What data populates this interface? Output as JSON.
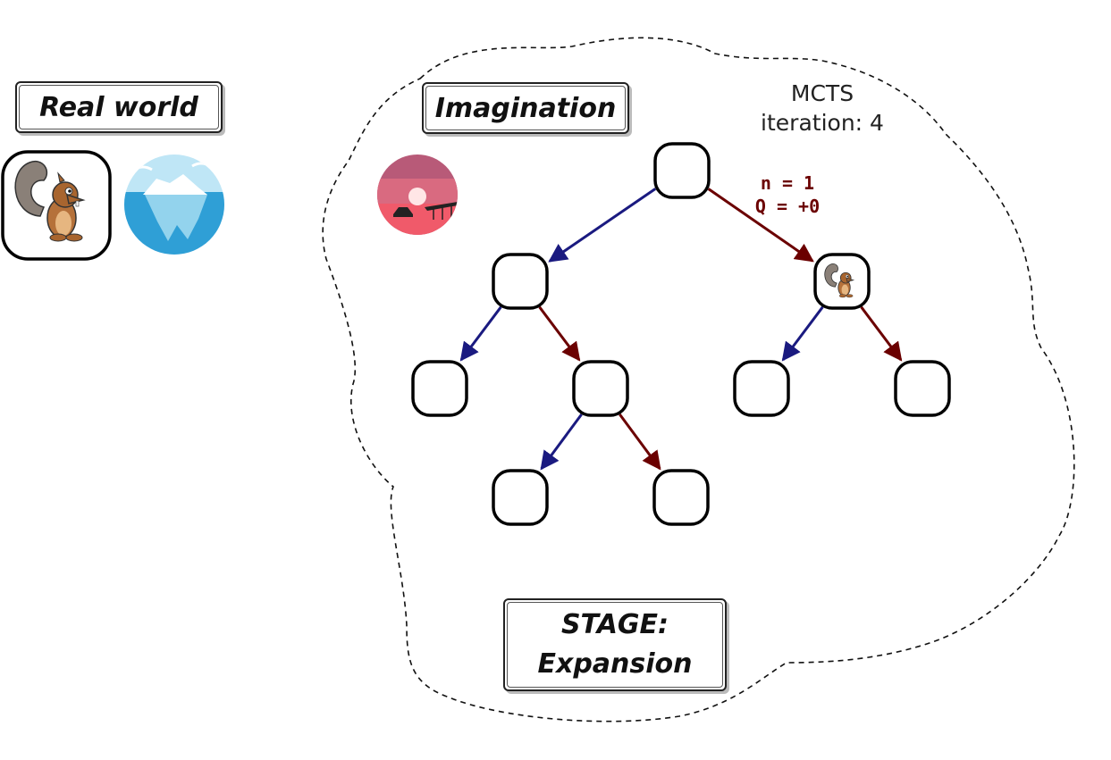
{
  "real_world": {
    "title": "Real world",
    "agent_icon": "squirrel-icon",
    "environment_icon": "iceberg-icon"
  },
  "imagination": {
    "title": "Imagination",
    "environment_icon": "sunset-bridge-icon"
  },
  "mcts": {
    "label": "MCTS",
    "iteration_text": "iteration: 4"
  },
  "expanded_edge": {
    "n_text": "n = 1",
    "q_text": "Q = +0"
  },
  "stage": {
    "label": "STAGE:",
    "name": "Expansion"
  },
  "tree": {
    "nodes": [
      {
        "id": "root"
      },
      {
        "id": "root-left"
      },
      {
        "id": "root-right",
        "icon": "squirrel-icon"
      },
      {
        "id": "root-left-left"
      },
      {
        "id": "root-left-right"
      },
      {
        "id": "root-right-left"
      },
      {
        "id": "root-right-right"
      },
      {
        "id": "root-left-right-left"
      },
      {
        "id": "root-left-right-right"
      }
    ],
    "edges": [
      {
        "from": "root",
        "to": "root-left",
        "kind": "left"
      },
      {
        "from": "root",
        "to": "root-right",
        "kind": "right"
      },
      {
        "from": "root-left",
        "to": "root-left-left",
        "kind": "left"
      },
      {
        "from": "root-left",
        "to": "root-left-right",
        "kind": "right"
      },
      {
        "from": "root-right",
        "to": "root-right-left",
        "kind": "left"
      },
      {
        "from": "root-right",
        "to": "root-right-right",
        "kind": "right"
      },
      {
        "from": "root-left-right",
        "to": "root-left-right-left",
        "kind": "left"
      },
      {
        "from": "root-left-right",
        "to": "root-left-right-right",
        "kind": "right"
      }
    ]
  },
  "colors": {
    "left_edge": "#1a1a80",
    "right_edge": "#6b0000",
    "node_stroke": "#000000",
    "stats_text": "#6b0000"
  }
}
